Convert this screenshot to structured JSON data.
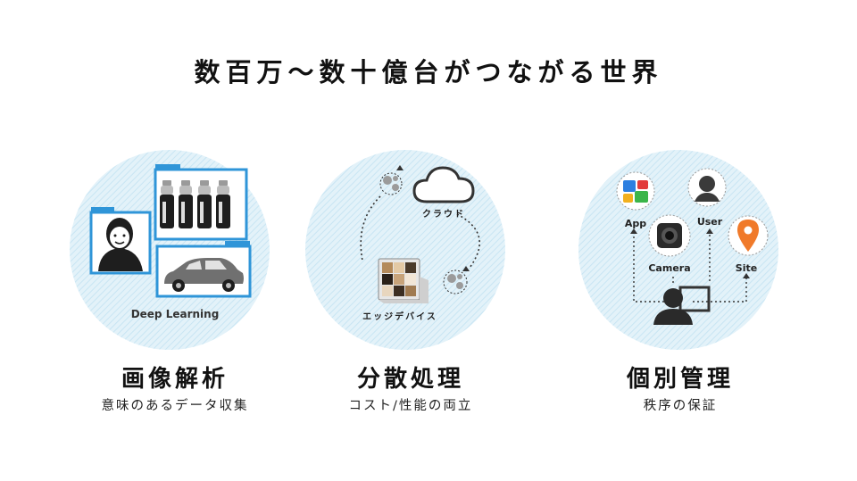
{
  "title": "数百万〜数十億台がつながる世界",
  "panels": [
    {
      "title": "画像解析",
      "subtitle": "意味のあるデータ収集",
      "caption": "Deep Learning",
      "icons": [
        "folder-icon",
        "person-icon",
        "bottles-icon",
        "car-icon"
      ]
    },
    {
      "title": "分散処理",
      "subtitle": "コスト/性能の両立",
      "cloud_label": "クラウド",
      "edge_label": "エッジデバイス",
      "icons": [
        "gears-icon",
        "cloud-icon",
        "edge-device-icon"
      ]
    },
    {
      "title": "個別管理",
      "subtitle": "秩序の保証",
      "nodes": {
        "app": "App",
        "user": "User",
        "camera": "Camera",
        "site": "Site"
      },
      "icons": [
        "app-icon",
        "user-icon",
        "camera-icon",
        "location-pin-icon",
        "admin-icon"
      ]
    }
  ],
  "colors": {
    "circle_fill": "#dff0f8",
    "stripe": "#c4e3f2",
    "folder_blue": "#2f95d8",
    "dark": "#1e1e1e",
    "orange": "#f07a2a"
  }
}
